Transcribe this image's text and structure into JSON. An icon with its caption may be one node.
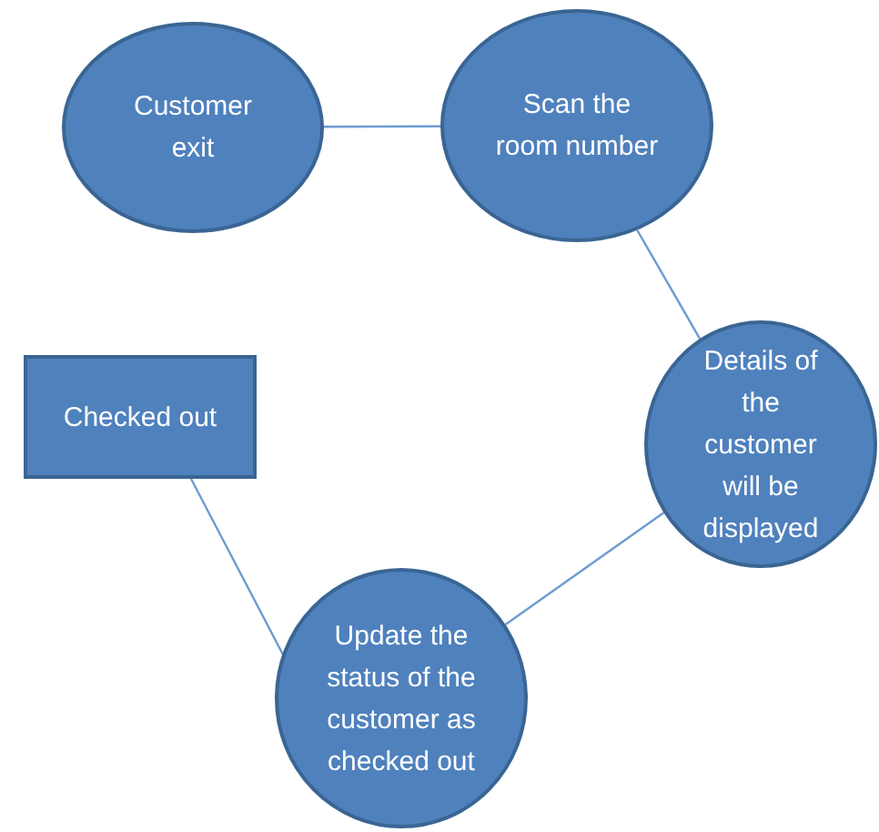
{
  "diagram": {
    "nodes": [
      {
        "text": [
          "Customer exit"
        ]
      },
      {
        "text": [
          "Scan the room number"
        ]
      },
      {
        "text": [
          "Checked out"
        ]
      },
      {
        "text": [
          "Details of the customer will be displayed"
        ]
      },
      {
        "text": [
          "Update the status of the customer as checked out"
        ]
      }
    ],
    "edges": [
      {
        "from": 0,
        "to": 1,
        "arrow": "none"
      },
      {
        "from": 1,
        "to": 3,
        "arrow": "none"
      },
      {
        "from": 3,
        "to": 4,
        "arrow": "none"
      },
      {
        "from": 4,
        "to": 2,
        "arrow": "none"
      }
    ]
  }
}
